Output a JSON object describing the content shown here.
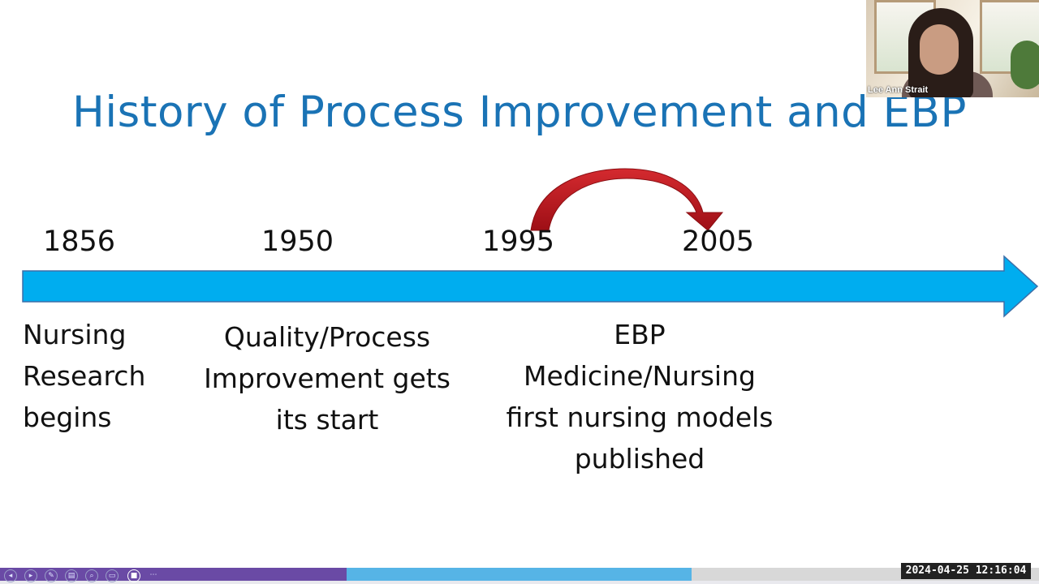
{
  "slide": {
    "title": "History of Process Improvement and EBP",
    "years": [
      "1856",
      "1950",
      "1995",
      "2005"
    ],
    "items": {
      "nursing_research": [
        "Nursing",
        "Research",
        "begins"
      ],
      "quality_process": [
        "Quality/Process",
        "Improvement gets",
        "its start"
      ],
      "ebp": [
        "EBP",
        "Medicine/Nursing",
        "first nursing models",
        "published"
      ]
    },
    "colors": {
      "title": "#1a73b5",
      "timeline": "#00adef",
      "curved_arrow": "#c0171e"
    }
  },
  "video_tile": {
    "participant_name": "Lee Ann Strait"
  },
  "playback": {
    "progress_segments": [
      {
        "color": "#6a4aa5",
        "fraction": 0.333
      },
      {
        "color": "#56b4e6",
        "fraction": 0.333
      },
      {
        "color": "#d8d8d8",
        "fraction": 0.334
      }
    ],
    "controls": [
      "previous-icon",
      "play-icon",
      "pen-icon",
      "slides-icon",
      "zoom-icon",
      "subtitles-icon",
      "camera-icon",
      "more-icon"
    ],
    "timestamp": "2024-04-25 12:16:04"
  }
}
